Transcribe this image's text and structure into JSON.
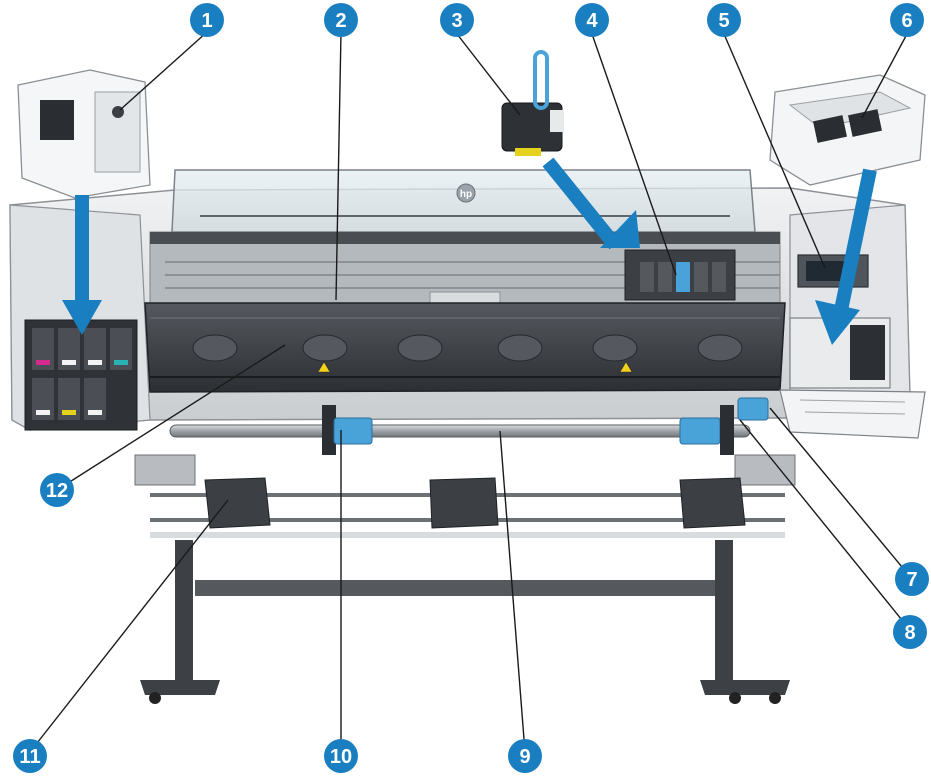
{
  "figure": {
    "logo_text": "hp",
    "callouts": [
      {
        "num": "1",
        "target": "ink-cartridge"
      },
      {
        "num": "2",
        "target": "platen"
      },
      {
        "num": "3",
        "target": "printhead"
      },
      {
        "num": "4",
        "target": "printhead-carriage"
      },
      {
        "num": "5",
        "target": "front-panel"
      },
      {
        "num": "6",
        "target": "maintenance-cartridge"
      },
      {
        "num": "7",
        "target": "maintenance-cartridge-slot"
      },
      {
        "num": "8",
        "target": "spindle-stopper"
      },
      {
        "num": "9",
        "target": "spindle"
      },
      {
        "num": "10",
        "target": "spindle-hub"
      },
      {
        "num": "11",
        "target": "media-basket-bin"
      },
      {
        "num": "12",
        "target": "window"
      }
    ],
    "colors": {
      "callout_blue": "#1a7fc1",
      "printer_dark": "#3a3d42",
      "printer_light": "#e6e8ea",
      "spindle_blue": "#4aa3d8"
    }
  }
}
